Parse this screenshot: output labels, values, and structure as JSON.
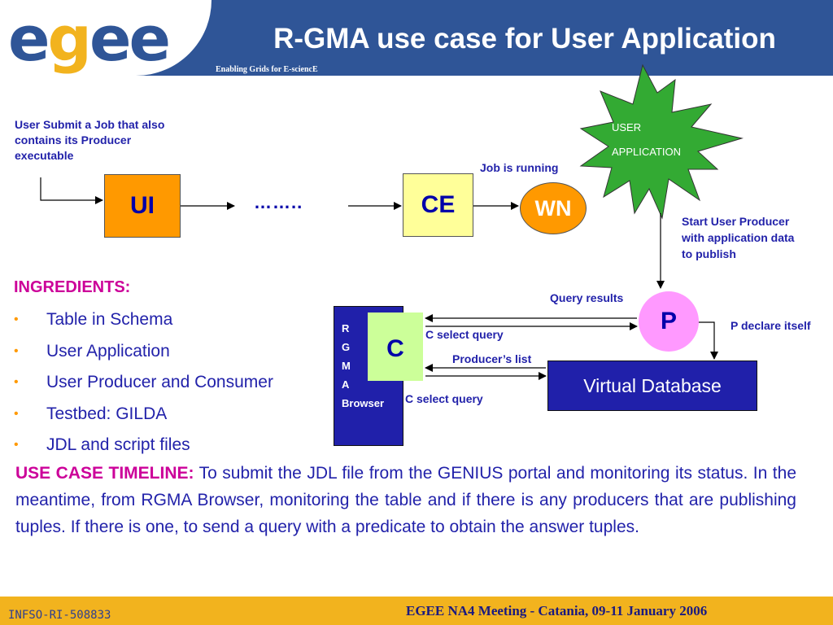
{
  "header": {
    "logo_letters": [
      "e",
      "g",
      "e",
      "e"
    ],
    "title": "R-GMA use case for User Application",
    "tagline": "Enabling Grids for E-sciencE"
  },
  "diagram": {
    "submit_note": "User Submit a Job that also contains its Producer executable",
    "ui_label": "UI",
    "dots": "……..",
    "ce_label": "CE",
    "job_running": "Job is running",
    "wn_label": "WN",
    "user_app_line1": "USER",
    "user_app_line2": "APPLICATION",
    "start_user_note": "Start User Producer with application data to publish",
    "query_results": "Query results",
    "p_label": "P",
    "p_declare": "P declare itself",
    "rgma_letters": [
      "R",
      "G",
      "M",
      "A",
      "Browser"
    ],
    "c_label": "C",
    "c_select_query_1": "C select query",
    "producers_list": "Producer’s list",
    "c_select_query_2": "C select query",
    "virtual_db": "Virtual Database",
    "colors": {
      "header_blue": "#2f5597",
      "ui_orange": "#ff9900",
      "ce_yellow": "#ffff99",
      "star_green": "#33aa33",
      "p_pink": "#ff99ff",
      "c_green": "#ccff99",
      "box_navy": "#2020aa"
    }
  },
  "ingredients": {
    "title": "INGREDIENTS:",
    "bullet": "•",
    "items": [
      "Table in Schema",
      "User Application",
      "User Producer and Consumer",
      "Testbed: GILDA",
      "JDL and script files"
    ]
  },
  "timeline": {
    "label": "USE CASE TIMELINE:",
    "text": "To submit the JDL file from the GENIUS portal and monitoring its status. In the meantime, from RGMA Browser, monitoring the table and if there is any producers that are publishing tuples. If there is one,   to send a query with a predicate to obtain the answer tuples."
  },
  "footer": {
    "project_id": "INFSO-RI-508833",
    "meeting": "EGEE NA4 Meeting - Catania, 09-11 January 2006"
  }
}
